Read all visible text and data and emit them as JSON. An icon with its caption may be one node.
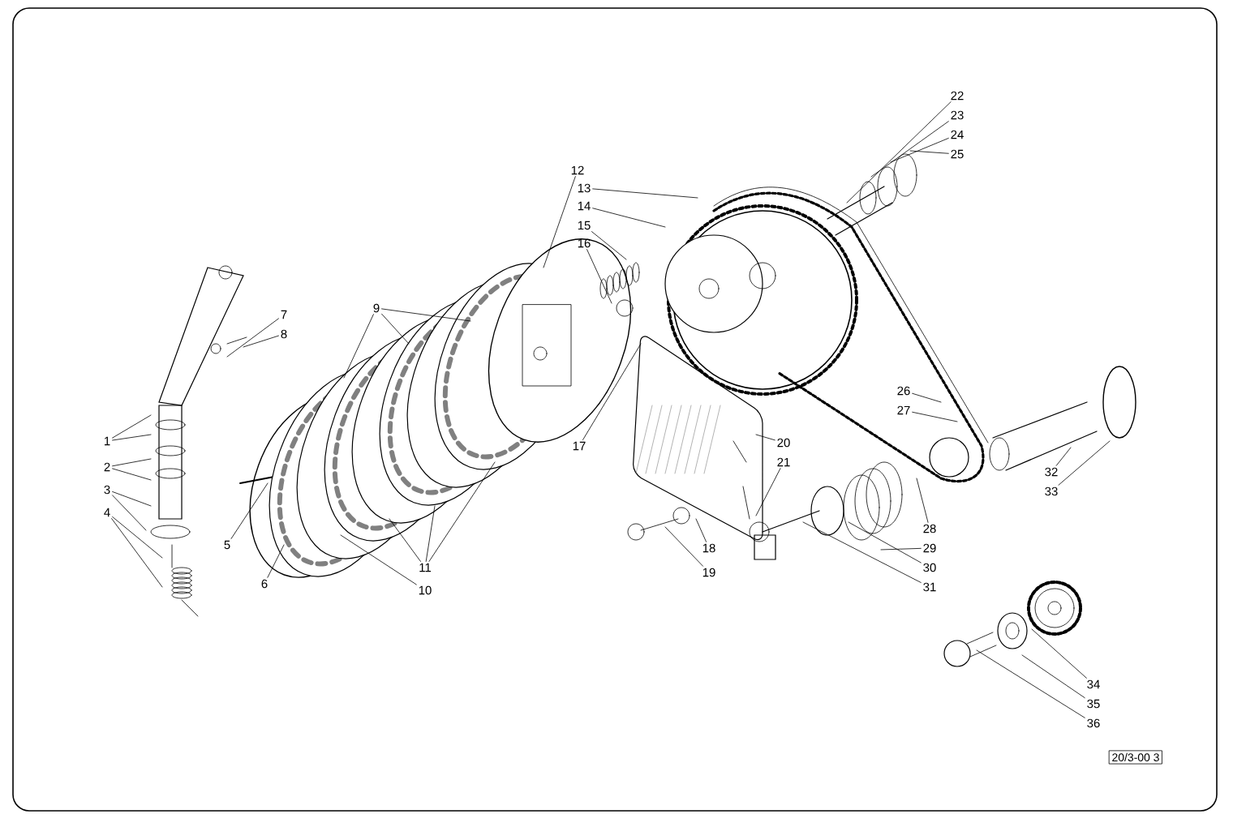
{
  "diagram": {
    "nodes": [
      {
        "text": [
          "1"
        ]
      },
      {
        "text": [
          "2"
        ]
      },
      {
        "text": [
          "3"
        ]
      },
      {
        "text": [
          "4"
        ]
      },
      {
        "text": [
          "5"
        ]
      },
      {
        "text": [
          "6"
        ]
      },
      {
        "text": [
          "7"
        ]
      },
      {
        "text": [
          "8"
        ]
      },
      {
        "text": [
          "9"
        ]
      },
      {
        "text": [
          "10"
        ]
      },
      {
        "text": [
          "11"
        ]
      },
      {
        "text": [
          "12"
        ]
      },
      {
        "text": [
          "13"
        ]
      },
      {
        "text": [
          "14"
        ]
      },
      {
        "text": [
          "15"
        ]
      },
      {
        "text": [
          "16"
        ]
      },
      {
        "text": [
          "17"
        ]
      },
      {
        "text": [
          "18"
        ]
      },
      {
        "text": [
          "19"
        ]
      },
      {
        "text": [
          "20"
        ]
      },
      {
        "text": [
          "21"
        ]
      },
      {
        "text": [
          "22"
        ]
      },
      {
        "text": [
          "23"
        ]
      },
      {
        "text": [
          "24"
        ]
      },
      {
        "text": [
          "25"
        ]
      },
      {
        "text": [
          "26"
        ]
      },
      {
        "text": [
          "27"
        ]
      },
      {
        "text": [
          "28"
        ]
      },
      {
        "text": [
          "29"
        ]
      },
      {
        "text": [
          "30"
        ]
      },
      {
        "text": [
          "31"
        ]
      },
      {
        "text": [
          "32"
        ]
      },
      {
        "text": [
          "33"
        ]
      },
      {
        "text": [
          "34"
        ]
      },
      {
        "text": [
          "35"
        ]
      },
      {
        "text": [
          "36"
        ]
      }
    ],
    "edges": [
      {
        "from": 0,
        "to": null,
        "arrow": "none"
      },
      {
        "from": 0,
        "to": null,
        "arrow": "none"
      },
      {
        "from": 1,
        "to": null,
        "arrow": "none"
      },
      {
        "from": 1,
        "to": null,
        "arrow": "none"
      },
      {
        "from": 2,
        "to": null,
        "arrow": "none"
      },
      {
        "from": 2,
        "to": null,
        "arrow": "none"
      },
      {
        "from": 3,
        "to": null,
        "arrow": "none"
      },
      {
        "from": 3,
        "to": null,
        "arrow": "none"
      },
      {
        "from": 4,
        "to": null,
        "arrow": "none"
      },
      {
        "from": 5,
        "to": null,
        "arrow": "none"
      },
      {
        "from": 6,
        "to": null,
        "arrow": "none"
      },
      {
        "from": 7,
        "to": null,
        "arrow": "none"
      },
      {
        "from": 8,
        "to": null,
        "arrow": "none"
      },
      {
        "from": 8,
        "to": null,
        "arrow": "none"
      },
      {
        "from": 8,
        "to": null,
        "arrow": "none"
      },
      {
        "from": 9,
        "to": null,
        "arrow": "none"
      },
      {
        "from": 10,
        "to": null,
        "arrow": "none"
      },
      {
        "from": 10,
        "to": null,
        "arrow": "none"
      },
      {
        "from": 10,
        "to": null,
        "arrow": "none"
      },
      {
        "from": 11,
        "to": null,
        "arrow": "none"
      },
      {
        "from": 12,
        "to": null,
        "arrow": "none"
      },
      {
        "from": 13,
        "to": null,
        "arrow": "none"
      },
      {
        "from": 14,
        "to": null,
        "arrow": "none"
      },
      {
        "from": 15,
        "to": null,
        "arrow": "none"
      },
      {
        "from": 16,
        "to": null,
        "arrow": "none"
      },
      {
        "from": 17,
        "to": null,
        "arrow": "none"
      },
      {
        "from": 18,
        "to": null,
        "arrow": "none"
      },
      {
        "from": 19,
        "to": null,
        "arrow": "none"
      },
      {
        "from": 20,
        "to": null,
        "arrow": "none"
      },
      {
        "from": 21,
        "to": null,
        "arrow": "none"
      },
      {
        "from": 22,
        "to": null,
        "arrow": "none"
      },
      {
        "from": 23,
        "to": null,
        "arrow": "none"
      },
      {
        "from": 24,
        "to": null,
        "arrow": "none"
      },
      {
        "from": 25,
        "to": null,
        "arrow": "none"
      },
      {
        "from": 26,
        "to": null,
        "arrow": "none"
      },
      {
        "from": 27,
        "to": null,
        "arrow": "none"
      },
      {
        "from": 28,
        "to": null,
        "arrow": "none"
      },
      {
        "from": 29,
        "to": null,
        "arrow": "none"
      },
      {
        "from": 30,
        "to": null,
        "arrow": "none"
      },
      {
        "from": 31,
        "to": null,
        "arrow": "none"
      },
      {
        "from": 32,
        "to": null,
        "arrow": "none"
      },
      {
        "from": 33,
        "to": null,
        "arrow": "none"
      },
      {
        "from": 34,
        "to": null,
        "arrow": "none"
      },
      {
        "from": 35,
        "to": null,
        "arrow": "none"
      }
    ],
    "labels": [
      "20/3-00 3"
    ]
  }
}
